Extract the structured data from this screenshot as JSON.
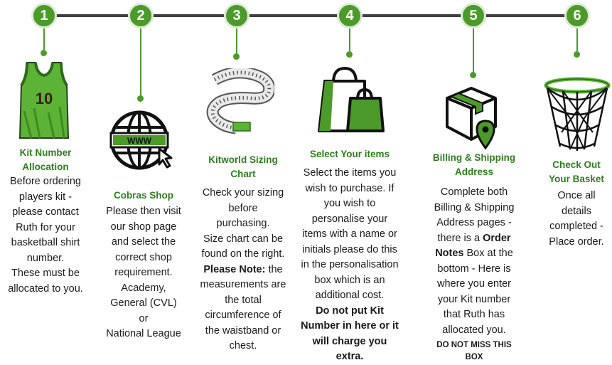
{
  "steps": [
    {
      "number": "1",
      "title": "Kit Number Allocation",
      "lines": [
        "Before ordering",
        "players kit -",
        "please contact",
        "Ruth for your",
        "basketball shirt",
        "number.",
        "These must be",
        "allocated to you."
      ],
      "icon": "basketball-jersey-icon",
      "jersey_number": "10"
    },
    {
      "number": "2",
      "title": "Cobras Shop",
      "lines": [
        "Please then visit",
        "our shop page",
        "and select the",
        "correct shop",
        "requirement.",
        "Academy,",
        "General (CVL)",
        "or",
        "National League"
      ],
      "icon": "www-globe-icon",
      "www_text": "WWW"
    },
    {
      "number": "3",
      "title": "Kitworld Sizing Chart",
      "lines": [
        "Check your sizing",
        "before",
        "purchasing.",
        "Size chart can be",
        "found on the right."
      ],
      "note_label": "Please Note:",
      "note_first": " the",
      "note_lines": [
        "measurements are",
        "the total",
        "circumference of",
        "the waistband or",
        "chest."
      ],
      "icon": "measuring-tape-icon"
    },
    {
      "number": "4",
      "title": "Select Your items",
      "lines": [
        "Select the items you",
        "wish to purchase. If",
        "you wish to",
        "personalise your",
        "items with a name or",
        "initials please do this",
        "in the personalisation",
        "box which is an",
        "additional cost."
      ],
      "bold_lines": [
        "Do not put Kit",
        "Number in here or it",
        "will charge you",
        "extra."
      ],
      "icon": "shopping-bags-icon"
    },
    {
      "number": "5",
      "title": "Billing & Shipping Address",
      "lines": [
        "Complete both",
        "Billing & Shipping",
        "Address pages -"
      ],
      "mixed_prefix": "there is a ",
      "mixed_bold1": "Order",
      "mixed_bold2": "Notes",
      "mixed_suffix": " Box at the",
      "lines_after": [
        "bottom - Here is",
        "where you enter",
        "your Kit number",
        "that Ruth has",
        "allocated you."
      ],
      "warning_lines": [
        "DO NOT MISS THIS",
        "BOX"
      ],
      "icon": "parcel-location-icon"
    },
    {
      "number": "6",
      "title": "Check Out Your Basket",
      "lines": [
        "Once all",
        "details",
        "completed -",
        "Place order."
      ],
      "icon": "basketball-hoop-icon"
    }
  ],
  "colors": {
    "accent": "#4c9a2a",
    "title": "#2f7d1f",
    "line": "#3f3f3f"
  }
}
